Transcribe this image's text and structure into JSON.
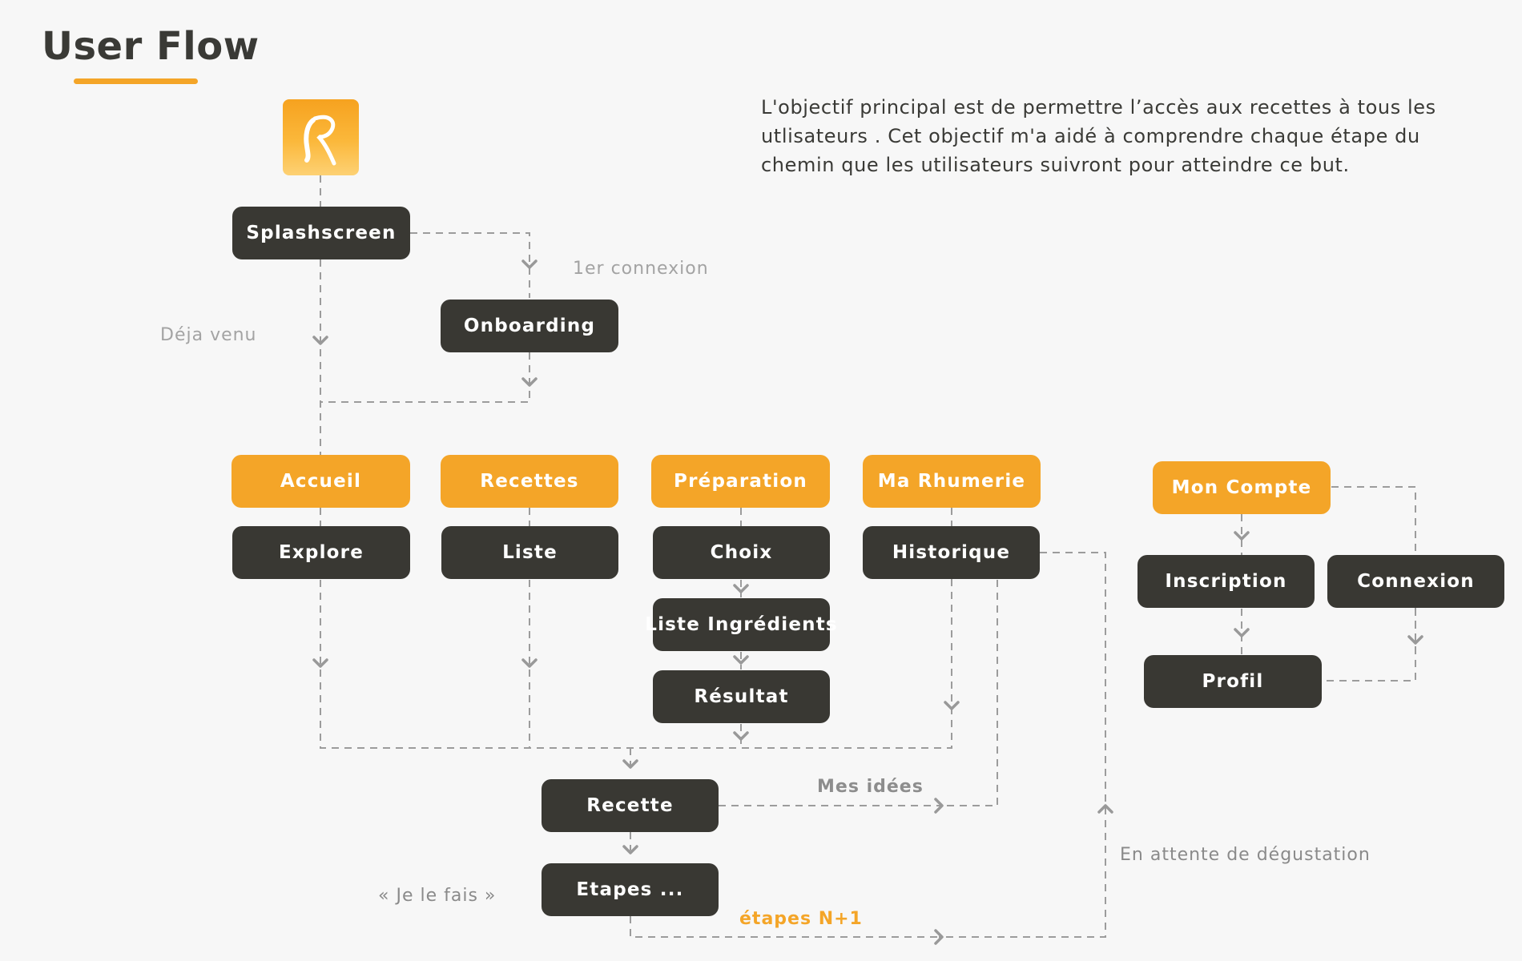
{
  "title": "User Flow",
  "intro": "L'objectif principal est de permettre l’accès aux recettes à tous les utlisateurs . Cet objectif m'a aidé à comprendre chaque étape du chemin que les utilisateurs suivront pour atteindre ce but.",
  "logo": {
    "letter": "R",
    "colors": {
      "top": "#f6a21f",
      "bottom": "#fdd174"
    }
  },
  "colors": {
    "dark_node": "#393833",
    "accent": "#f4a528",
    "connector": "#999999"
  },
  "nodes": {
    "splashscreen": "Splashscreen",
    "onboarding": "Onboarding",
    "accueil": "Accueil",
    "recettes": "Recettes",
    "preparation": "Préparation",
    "ma_rhumerie": "Ma Rhumerie",
    "mon_compte": "Mon Compte",
    "explore": "Explore",
    "liste": "Liste",
    "choix": "Choix",
    "liste_ingredients": "Liste Ingrédients",
    "resultat": "Résultat",
    "historique": "Historique",
    "inscription": "Inscription",
    "connexion": "Connexion",
    "profil": "Profil",
    "recette": "Recette",
    "etapes": "Etapes ..."
  },
  "labels": {
    "premiere_connexion": "1er connexion",
    "deja_venu": "Déja venu",
    "mes_idees": "Mes idées",
    "en_attente": "En attente de dégustation",
    "je_le_fais": "« Je le fais »",
    "etapes_n1": "étapes N+1"
  }
}
